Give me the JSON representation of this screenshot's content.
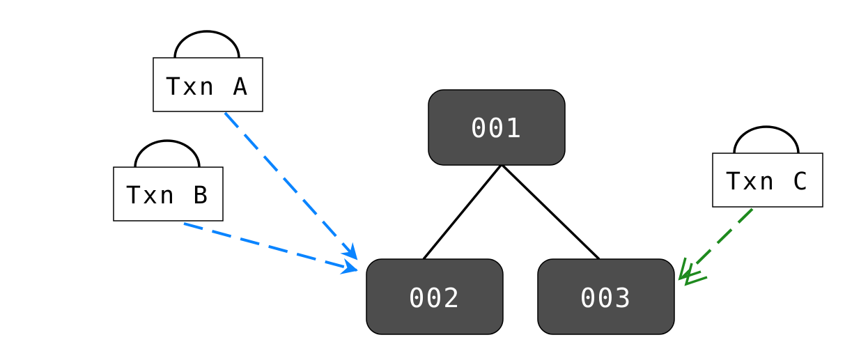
{
  "nodes": {
    "root": {
      "label": "001"
    },
    "left": {
      "label": "002"
    },
    "right": {
      "label": "003"
    }
  },
  "transactions": {
    "a": {
      "label": "Txn A"
    },
    "b": {
      "label": "Txn B"
    },
    "c": {
      "label": "Txn C"
    }
  },
  "colors": {
    "node_fill": "#4d4d4d",
    "shared_lock_arrow": "#0a84ff",
    "exclusive_lock_arrow": "#1e8a1e",
    "edge": "#000000"
  }
}
